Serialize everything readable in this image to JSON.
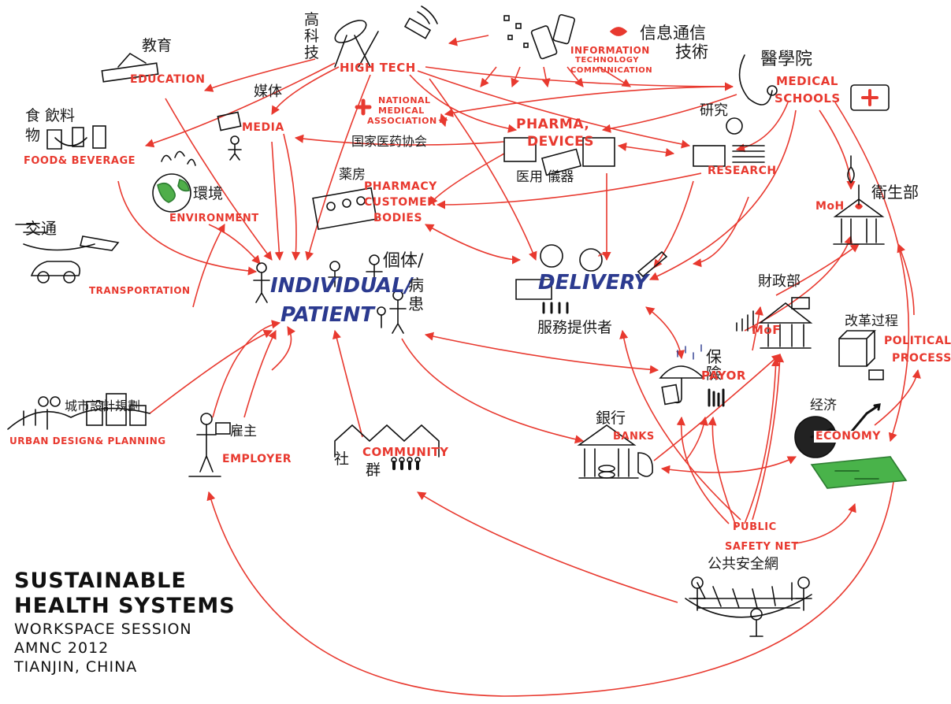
{
  "colors": {
    "accent": "#e8392f",
    "primary": "#2b3a8f",
    "ink": "#111111",
    "money": "#49b34a"
  },
  "title": {
    "line1": "SUSTAINABLE",
    "line2": "HEALTH SYSTEMS",
    "line3": "WORKSPACE SESSION",
    "line4": "AMNC 2012",
    "line5": "TIANJIN, CHINA"
  },
  "labels": {
    "high_tech_zh": "高科技",
    "high_tech": "HIGH TECH",
    "info_zh": "信息通信",
    "info_zh2": "技術",
    "info_l1": "INFORMATION",
    "info_l2": "TECHNOLOGY",
    "info_l3": "COMMUNICATION",
    "education_zh": "教育",
    "education": "EDUCATION",
    "medical_zh": "醫學院",
    "medical_l1": "MEDICAL",
    "medical_l2": "SCHOOLS",
    "food_zh1": "食 飲料",
    "food_zh2": "物",
    "food": "FOOD& BEVERAGE",
    "media_zh": "媒体",
    "media": "MEDIA",
    "nma_l1": "NATIONAL",
    "nma_l2": "MEDICAL",
    "nma_l3": "ASSOCIATION",
    "nma_zh": "国家医药协会",
    "pharma_l1": "PHARMA,",
    "pharma_l2": "DEVICES",
    "pharma_zh": "医用 儀器",
    "research_zh": "研究",
    "research": "RESEARCH",
    "env_zh": "環境",
    "environment": "ENVIRONMENT",
    "pharmacy_zh": "薬房",
    "pharmacy_l1": "PHARMACY",
    "pharmacy_l2": "CUSTOMER",
    "pharmacy_l3": "BODIES",
    "moh": "MoH",
    "moh_zh": "衛生部",
    "transport_zh": "交通",
    "transportation": "TRANSPORTATION",
    "patient_l1": "INDIVIDUAL/",
    "patient_l2": "PATIENT",
    "patient_zh1": "個体/",
    "patient_zh2": "病患",
    "delivery": "DELIVERY",
    "delivery_zh": "服務提供者",
    "mof_zh": "財政部",
    "mof": "MoF",
    "political_zh": "改革过程",
    "political_l1": "POLITICAL",
    "political_l2": "PROCESS",
    "payor_zh": "保險",
    "payor": "PAYOR",
    "urban_zh": "城市設計規劃",
    "urban": "URBAN DESIGN& PLANNING",
    "employer_zh": "雇主",
    "employer": "EMPLOYER",
    "community_zh1": "社",
    "community_zh2": "群",
    "community": "COMMUNITY",
    "banks_zh": "銀行",
    "banks": "BANKS",
    "economy_zh": "经济",
    "economy": "ECONOMY",
    "safety_l1": "PUBLIC",
    "safety_l2": "SAFETY NET",
    "safety_zh": "公共安全網"
  }
}
